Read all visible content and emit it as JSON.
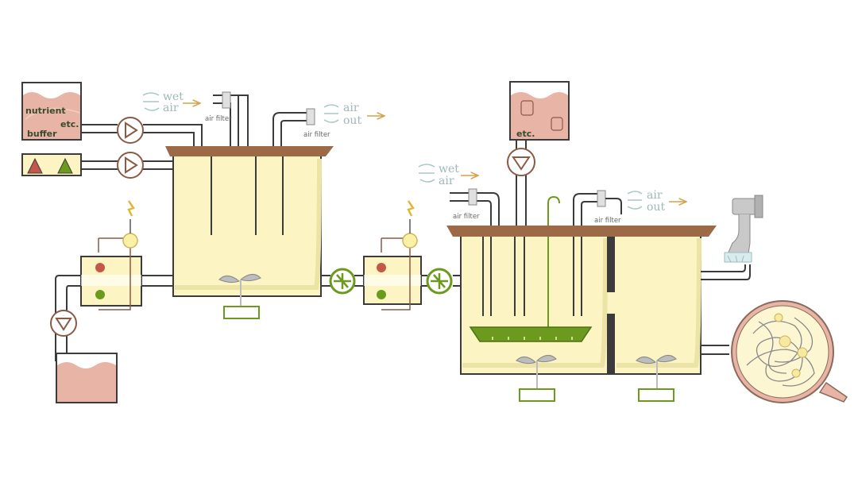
{
  "labels": {
    "nutrient": "nutrient",
    "etc_left": "etc.",
    "buffer": "buffer",
    "etc_right": "etc.",
    "wet": "wet",
    "air": "air",
    "out": "out",
    "air_filter": "air filter"
  },
  "colors": {
    "tank_fill": "#fcf4c2",
    "tank_shadow": "#ece3a6",
    "lid": "#9c6a47",
    "outline": "#3b3b3b",
    "reservoir_liquid": "#e7b4a5",
    "accent_green": "#6b9a1f",
    "arrow_orange": "#d4a24a",
    "air_lines": "#a9c7c6"
  },
  "icons": [
    "pump-icon",
    "valve-icon",
    "air-filter-icon",
    "faucet-icon",
    "stirrer-icon",
    "lightning-icon",
    "magnifier-icon",
    "warning-icon"
  ]
}
